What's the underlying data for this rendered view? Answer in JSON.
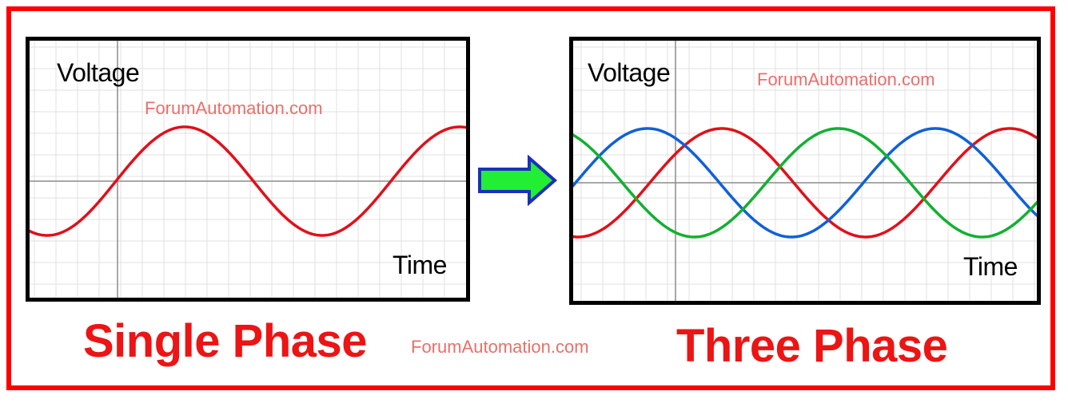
{
  "colors": {
    "frame": "#ff0000",
    "grid": "#e0e0e0",
    "axis": "#8c8c8c",
    "phase_red": "#e0101a",
    "phase_green": "#12b032",
    "phase_blue": "#1060d8",
    "arrow_fill": "#22ee33",
    "arrow_stroke": "#1a2fbf",
    "title": "#ec1414",
    "watermark": "#e8706b"
  },
  "single_phase": {
    "y_label": "Voltage",
    "x_label": "Time",
    "watermark": "ForumAutomation.com",
    "title": "Single Phase"
  },
  "three_phase": {
    "y_label": "Voltage",
    "x_label": "Time",
    "watermark": "ForumAutomation.com",
    "title": "Three Phase"
  },
  "footer": {
    "watermark": "ForumAutomation.com"
  },
  "icons": {
    "transition": "right-arrow-icon"
  }
}
